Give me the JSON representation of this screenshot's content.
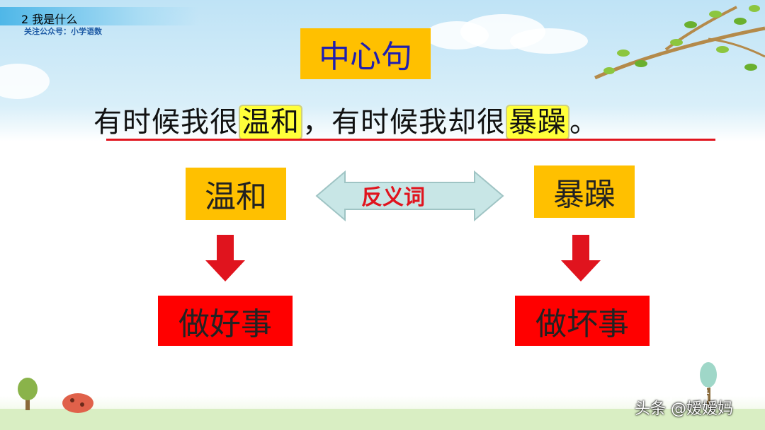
{
  "header": {
    "lesson_title": "2   我是什么",
    "subtitle": "关注公众号：小学语数"
  },
  "central_sentence_label": "中心句",
  "sentence": {
    "part1": "有时候我很",
    "word1": "温和",
    "part2": "，有时候我却很",
    "word2": "暴躁",
    "end": "。"
  },
  "left_word": "温和",
  "right_word": "暴躁",
  "antonym_label": "反义词",
  "left_result": "做好事",
  "right_result": "做坏事",
  "watermark": {
    "brand": "小学语数",
    "credit": "头条 @嫒嫒妈"
  },
  "colors": {
    "label_bg": "#ffc000",
    "result_bg": "#ff0000",
    "highlight": "#ffff3a",
    "arrow": "#e0141e",
    "double_arrow": "#c8e6e6"
  }
}
